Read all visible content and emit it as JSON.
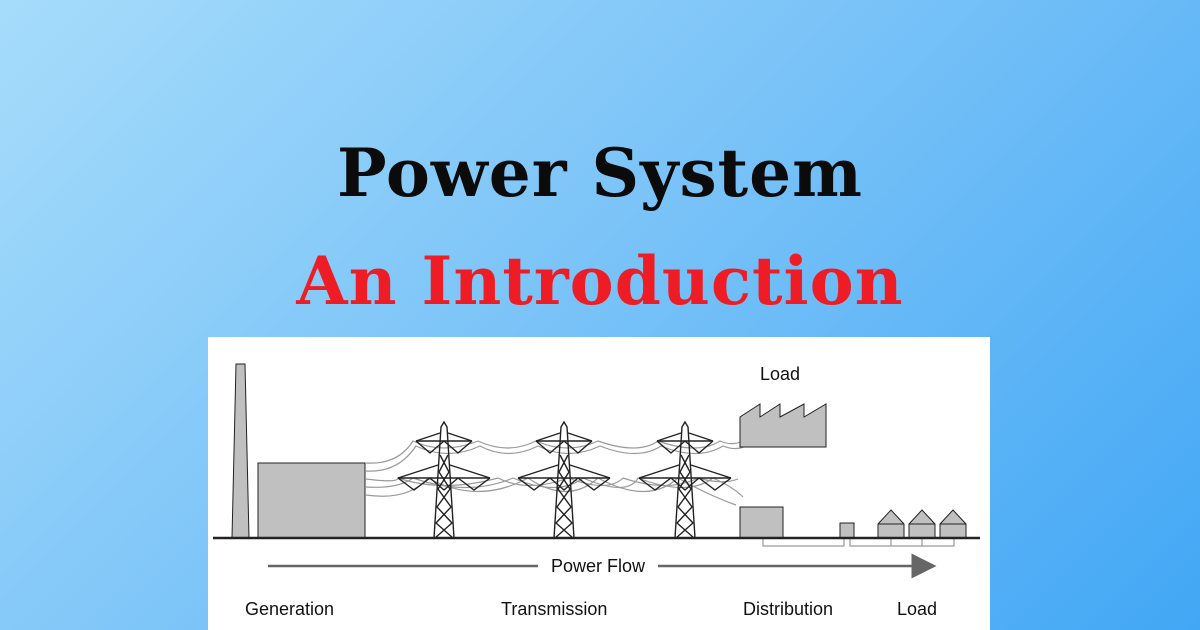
{
  "title": {
    "line1": "Power System",
    "line2": "An Introduction"
  },
  "diagram": {
    "top_label_load": "Load",
    "flow_label": "Power Flow",
    "stages": [
      "Generation",
      "Transmission",
      "Distribution",
      "Load"
    ]
  },
  "colors": {
    "title_line1": "#0b0b0b",
    "title_line2": "#ee1c24",
    "building_fill": "#c0c0c0",
    "outline": "#222222"
  }
}
